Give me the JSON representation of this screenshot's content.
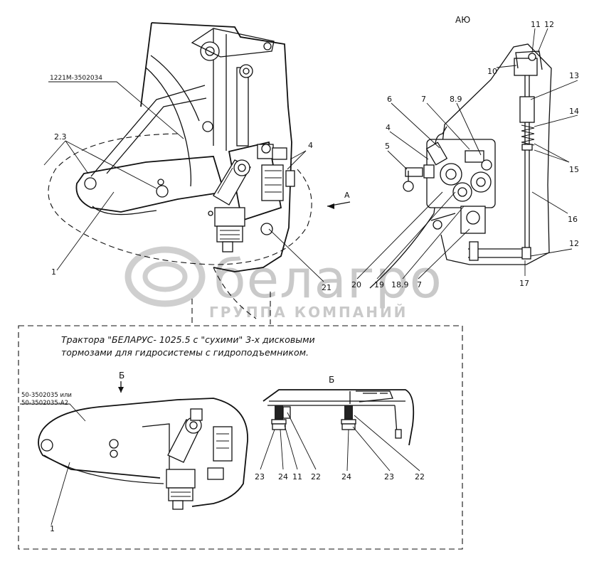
{
  "view_labels": {
    "view_a_top": "АЮ",
    "arrow_a": "А",
    "section_b_left": "Б",
    "section_b_right": "Б"
  },
  "part_codes": {
    "main_bracket": "1221М-3502034",
    "alt_bracket_1": "50-3502035 или",
    "alt_bracket_2": "50-3502035-А2"
  },
  "note": {
    "line1": "Трактора \"БЕЛАРУС- 1025.5 с \"сухими\" 3-х дисковыми",
    "line2": "тормозами для гидросистемы с гидроподъемником."
  },
  "watermark": {
    "brand": "белагро",
    "subtitle": "ГРУППА КОМПАНИЙ"
  },
  "callouts": {
    "main": [
      "2.3",
      "1",
      "4",
      "21"
    ],
    "view_a": [
      "11",
      "12",
      "10",
      "13",
      "14",
      "15",
      "16",
      "12",
      "17",
      "6",
      "7",
      "8.9",
      "4",
      "5",
      "20",
      "19",
      "18.9",
      "7"
    ],
    "bottom_left": [
      "1"
    ],
    "bottom_right": [
      "23",
      "24",
      "11",
      "22",
      "24",
      "23",
      "22"
    ]
  }
}
